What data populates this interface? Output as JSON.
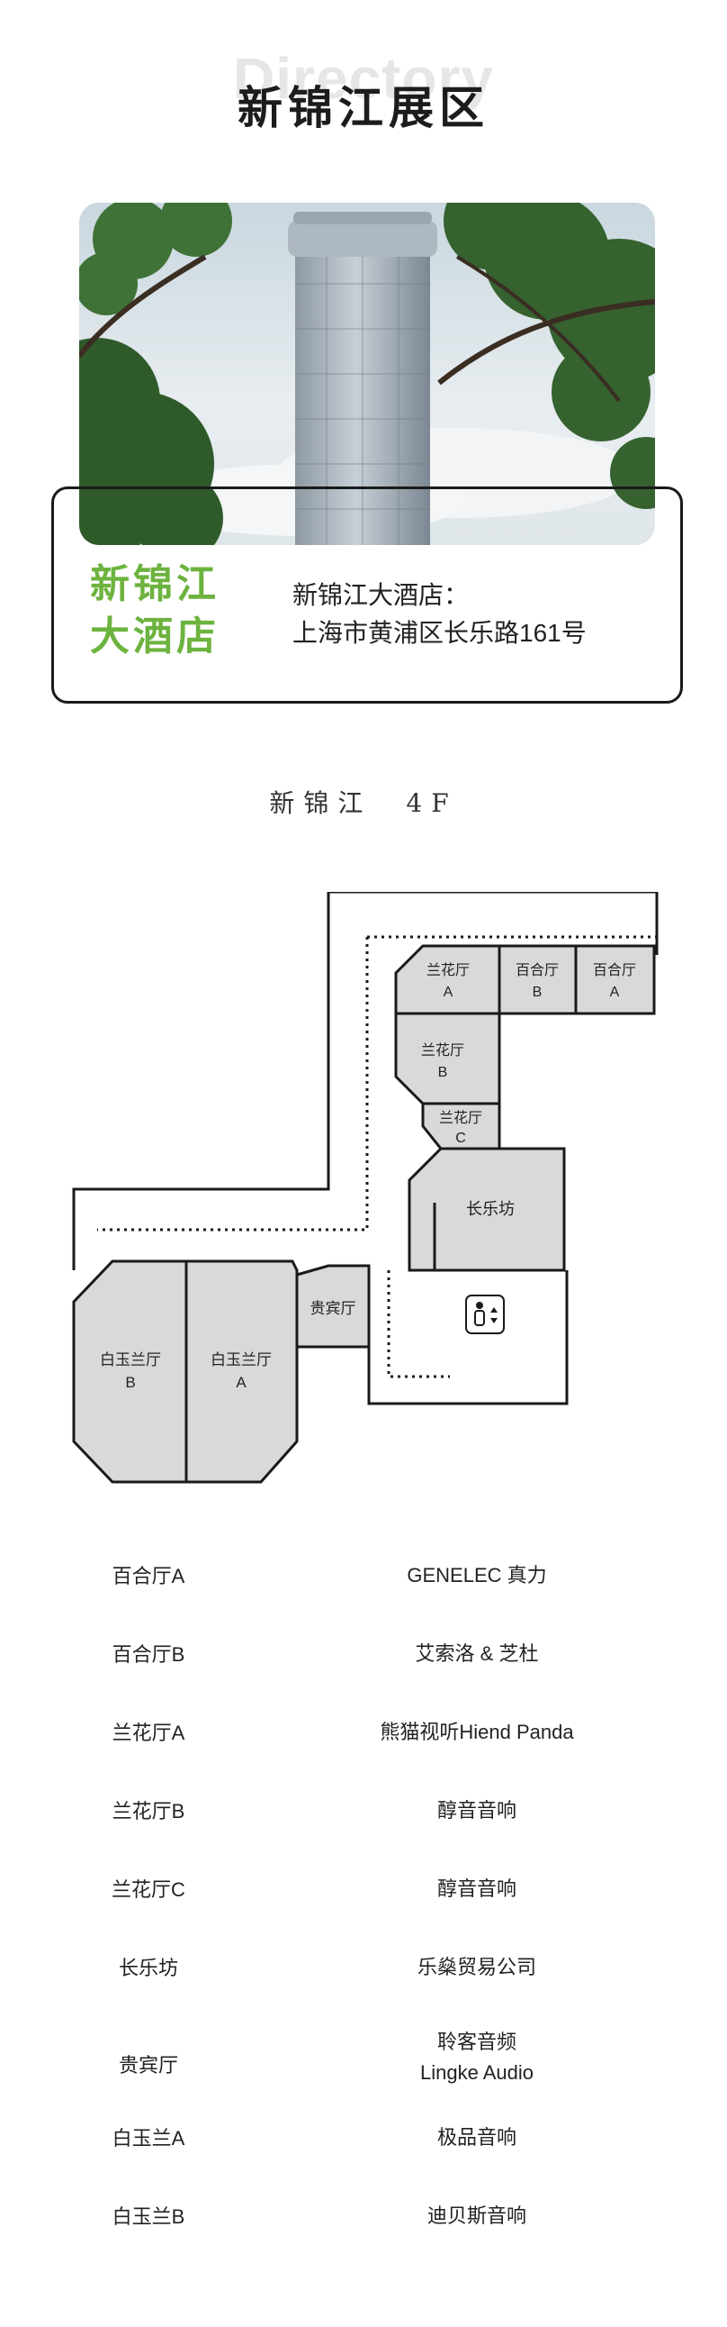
{
  "header": {
    "watermark": "Directory",
    "title": "新锦江展区"
  },
  "venue": {
    "name_line1": "新锦江",
    "name_line2": "大酒店",
    "address_line1": "新锦江大酒店：",
    "address_line2": "上海市黄浦区长乐路161号",
    "accent_color": "#6db33f"
  },
  "floor": {
    "label": "新锦江　4F"
  },
  "floorplan": {
    "rooms": {
      "baihe_b": [
        "百合厅",
        "B"
      ],
      "baihe_a": [
        "百合厅",
        "A"
      ],
      "lanhua_a": [
        "兰花厅",
        "A"
      ],
      "lanhua_b": [
        "兰花厅",
        "B"
      ],
      "lanhua_c": [
        "兰花厅",
        "C"
      ],
      "changlefang": [
        "长乐坊"
      ],
      "guibin": [
        "贵宾厅"
      ],
      "baiyulan_b": [
        "白玉兰厅",
        "B"
      ],
      "baiyulan_a": [
        "白玉兰厅",
        "A"
      ]
    },
    "room_fill": "#d9d9db",
    "wall_color": "#1a1a1a",
    "elevator_icon": "elevator-icon"
  },
  "exhibitors": [
    {
      "hall": "百合厅A",
      "brand": "GENELEC 真力"
    },
    {
      "hall": "百合厅B",
      "brand": "艾索洛 & 芝杜"
    },
    {
      "hall": "兰花厅A",
      "brand": "熊猫视听Hiend Panda"
    },
    {
      "hall": "兰花厅B",
      "brand": "醇音音响"
    },
    {
      "hall": "兰花厅C",
      "brand": "醇音音响"
    },
    {
      "hall": "长乐坊",
      "brand": "乐燊贸易公司"
    },
    {
      "hall": "贵宾厅",
      "brand": "聆客音频",
      "brand_line2": "Lingke Audio"
    },
    {
      "hall": "白玉兰A",
      "brand": "极品音响"
    },
    {
      "hall": "白玉兰B",
      "brand": "迪贝斯音响"
    }
  ]
}
